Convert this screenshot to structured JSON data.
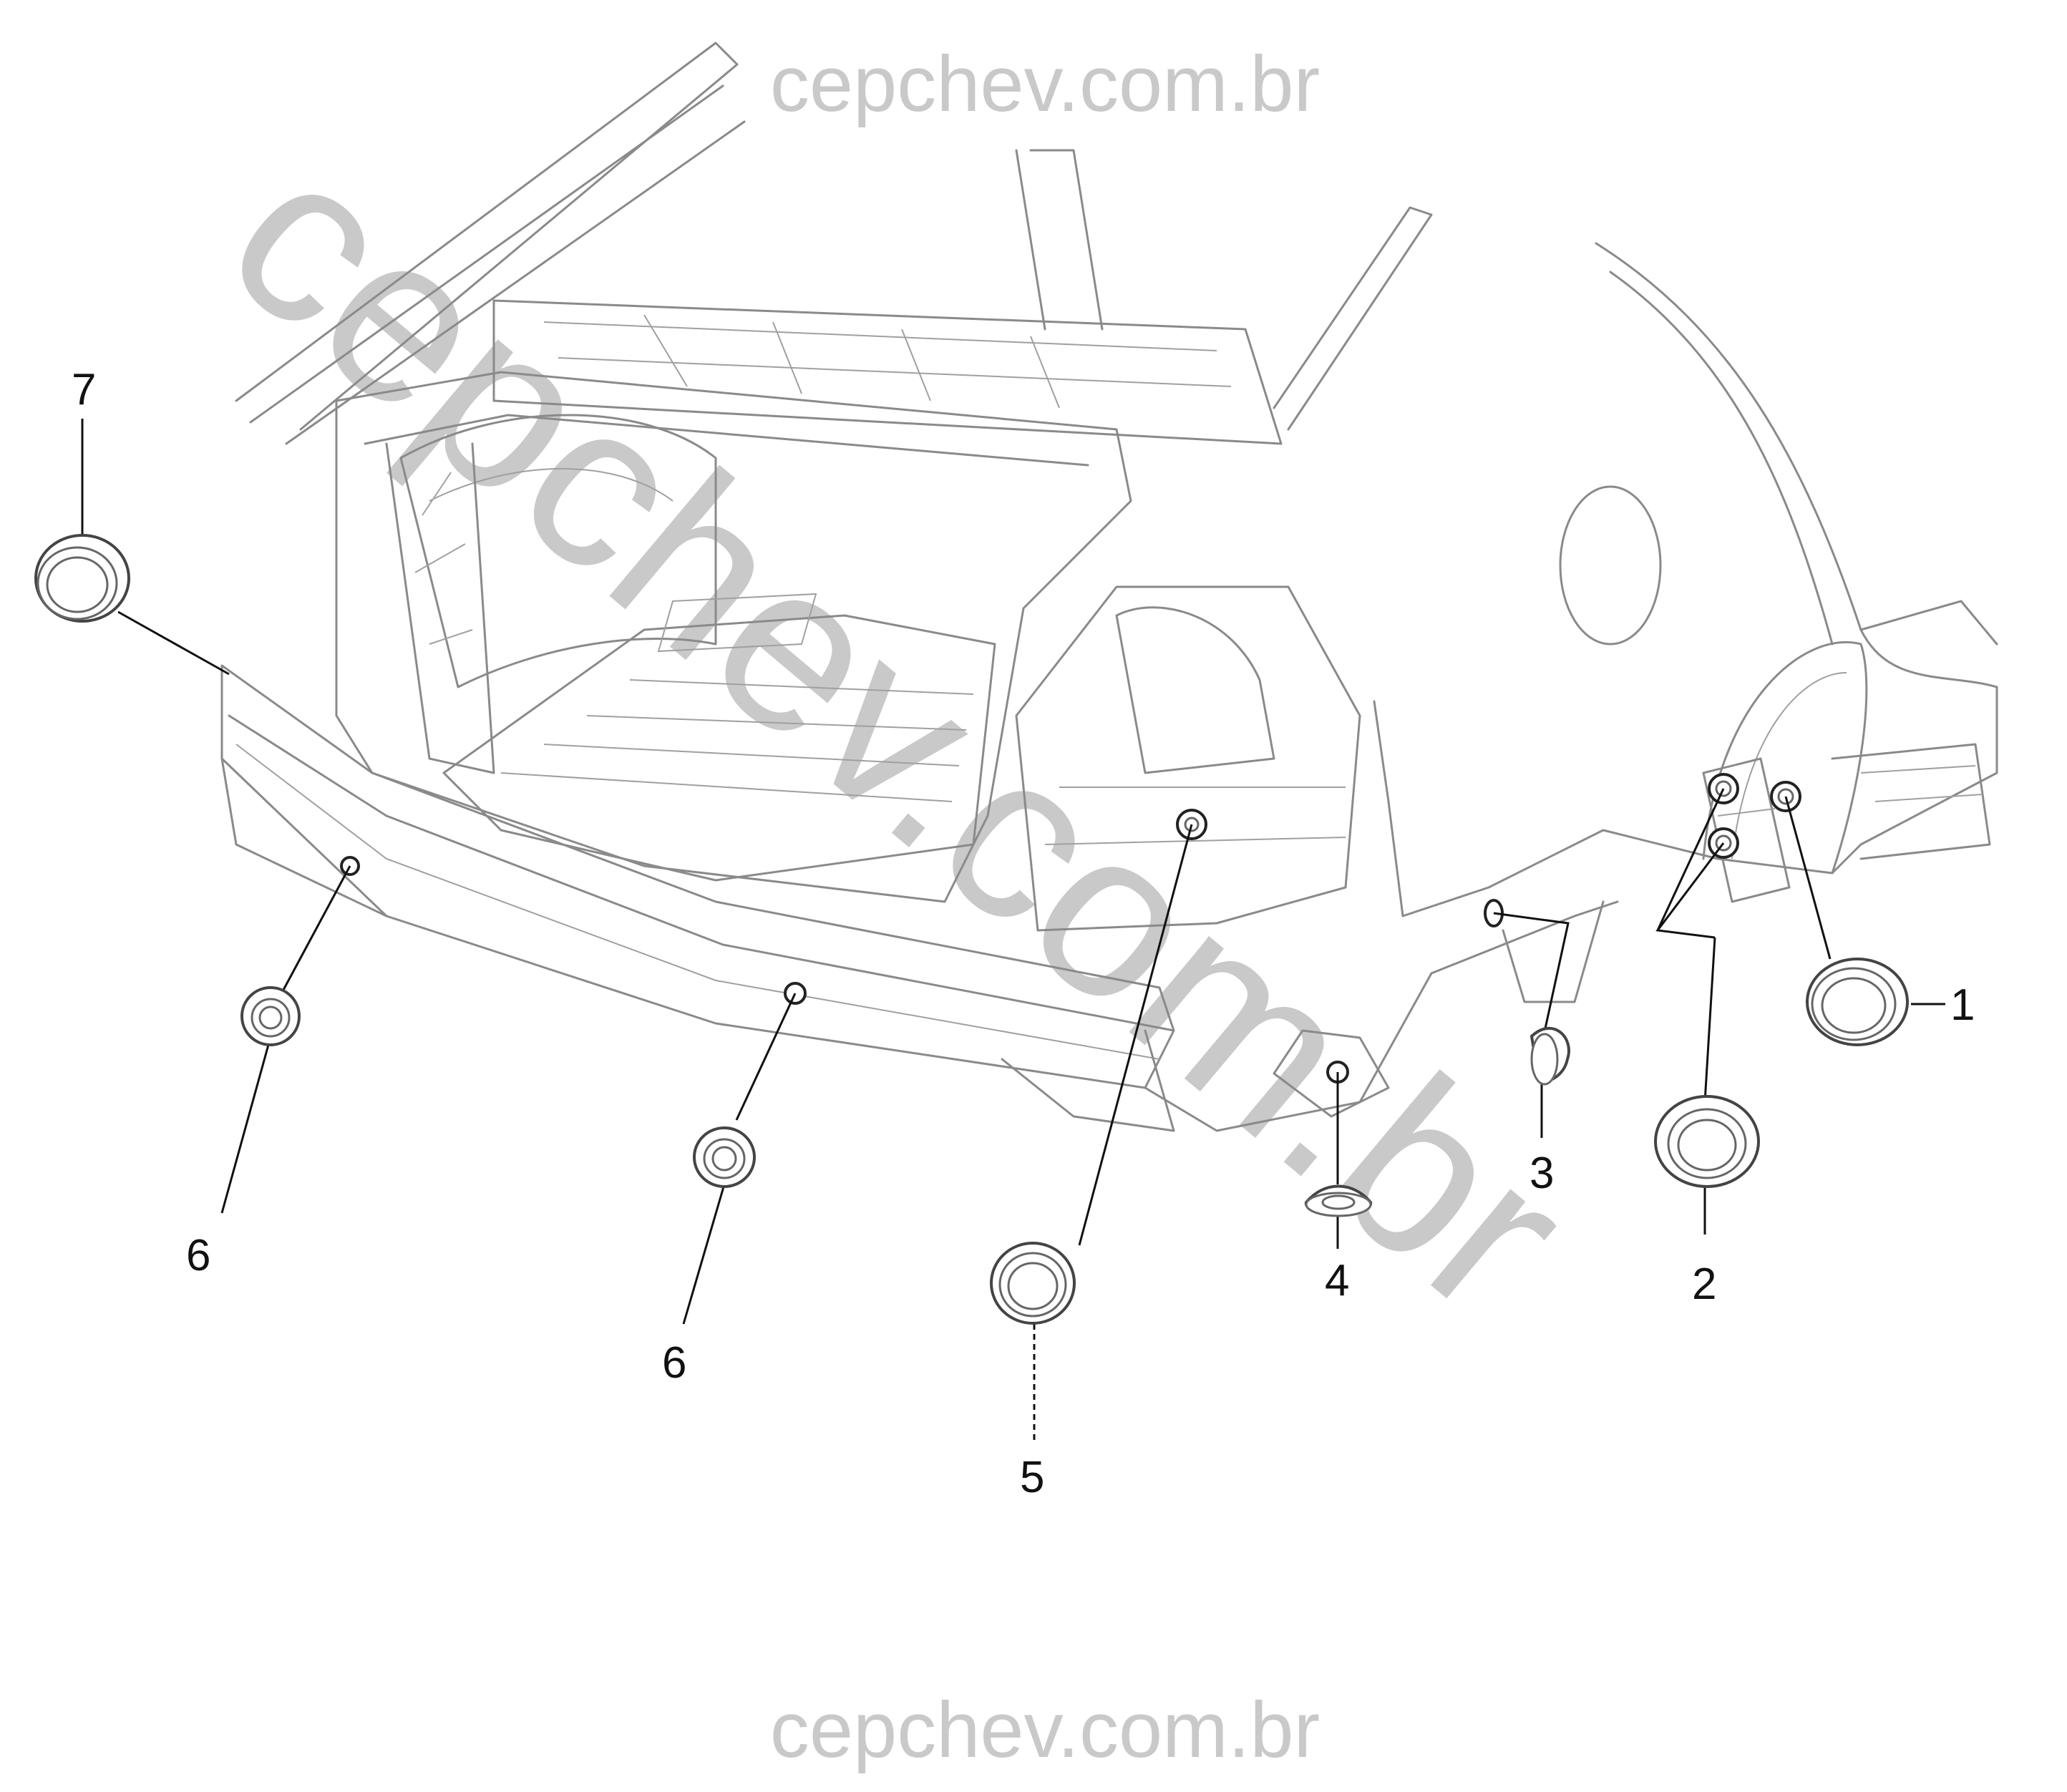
{
  "watermark": {
    "top": "cepchev.com.br",
    "bottom": "cepchev.com.br",
    "diagonal": "cepchev.com.br"
  },
  "callouts": [
    "1",
    "2",
    "3",
    "4",
    "5",
    "6",
    "6",
    "7"
  ],
  "colors": {
    "watermark": "#c9c9c9",
    "line_art": "#8a8a8a",
    "labels": "#111111"
  }
}
